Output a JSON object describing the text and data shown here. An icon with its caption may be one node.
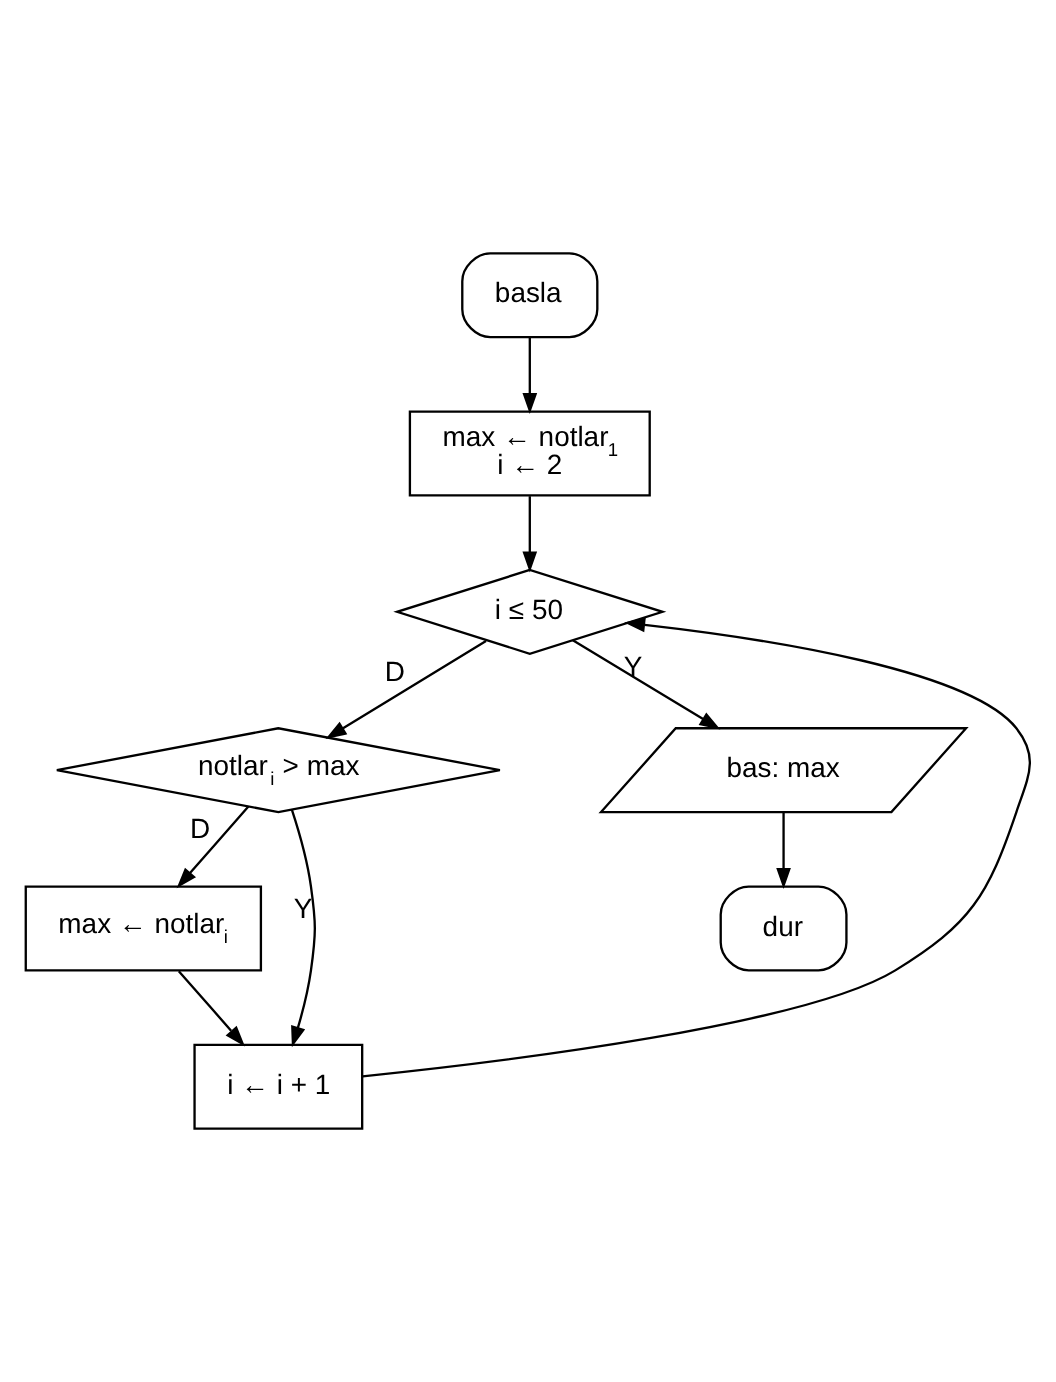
{
  "diagram": {
    "nodes": [
      {
        "text": [
          "basla"
        ]
      },
      {
        "text": [
          "max ← notlar$_{1}$",
          "i ← 2"
        ]
      },
      {
        "text": [
          "i ≤ 50"
        ]
      },
      {
        "text": [
          "notlar$_{i}$ > max"
        ]
      },
      {
        "text": [
          "max ← notlar$_{i}$"
        ]
      },
      {
        "text": [
          "i ← i + 1"
        ]
      },
      {
        "text": [
          "bas: max"
        ]
      },
      {
        "text": [
          "dur"
        ]
      }
    ],
    "edges": [
      {
        "from": 0,
        "to": 1,
        "arrow": "to"
      },
      {
        "from": 1,
        "to": 2,
        "arrow": "to"
      },
      {
        "from": 2,
        "to": 6,
        "arrow": "to",
        "label": "Y"
      },
      {
        "from": 2,
        "to": 3,
        "arrow": "to",
        "label": "D"
      },
      {
        "from": 3,
        "to": 4,
        "arrow": "to",
        "label": "D"
      },
      {
        "from": 3,
        "to": 5,
        "arrow": "to",
        "label": "Y"
      },
      {
        "from": 4,
        "to": 5,
        "arrow": "to"
      },
      {
        "from": 5,
        "to": 2,
        "arrow": "to"
      },
      {
        "from": 6,
        "to": 7,
        "arrow": "to"
      }
    ]
  }
}
